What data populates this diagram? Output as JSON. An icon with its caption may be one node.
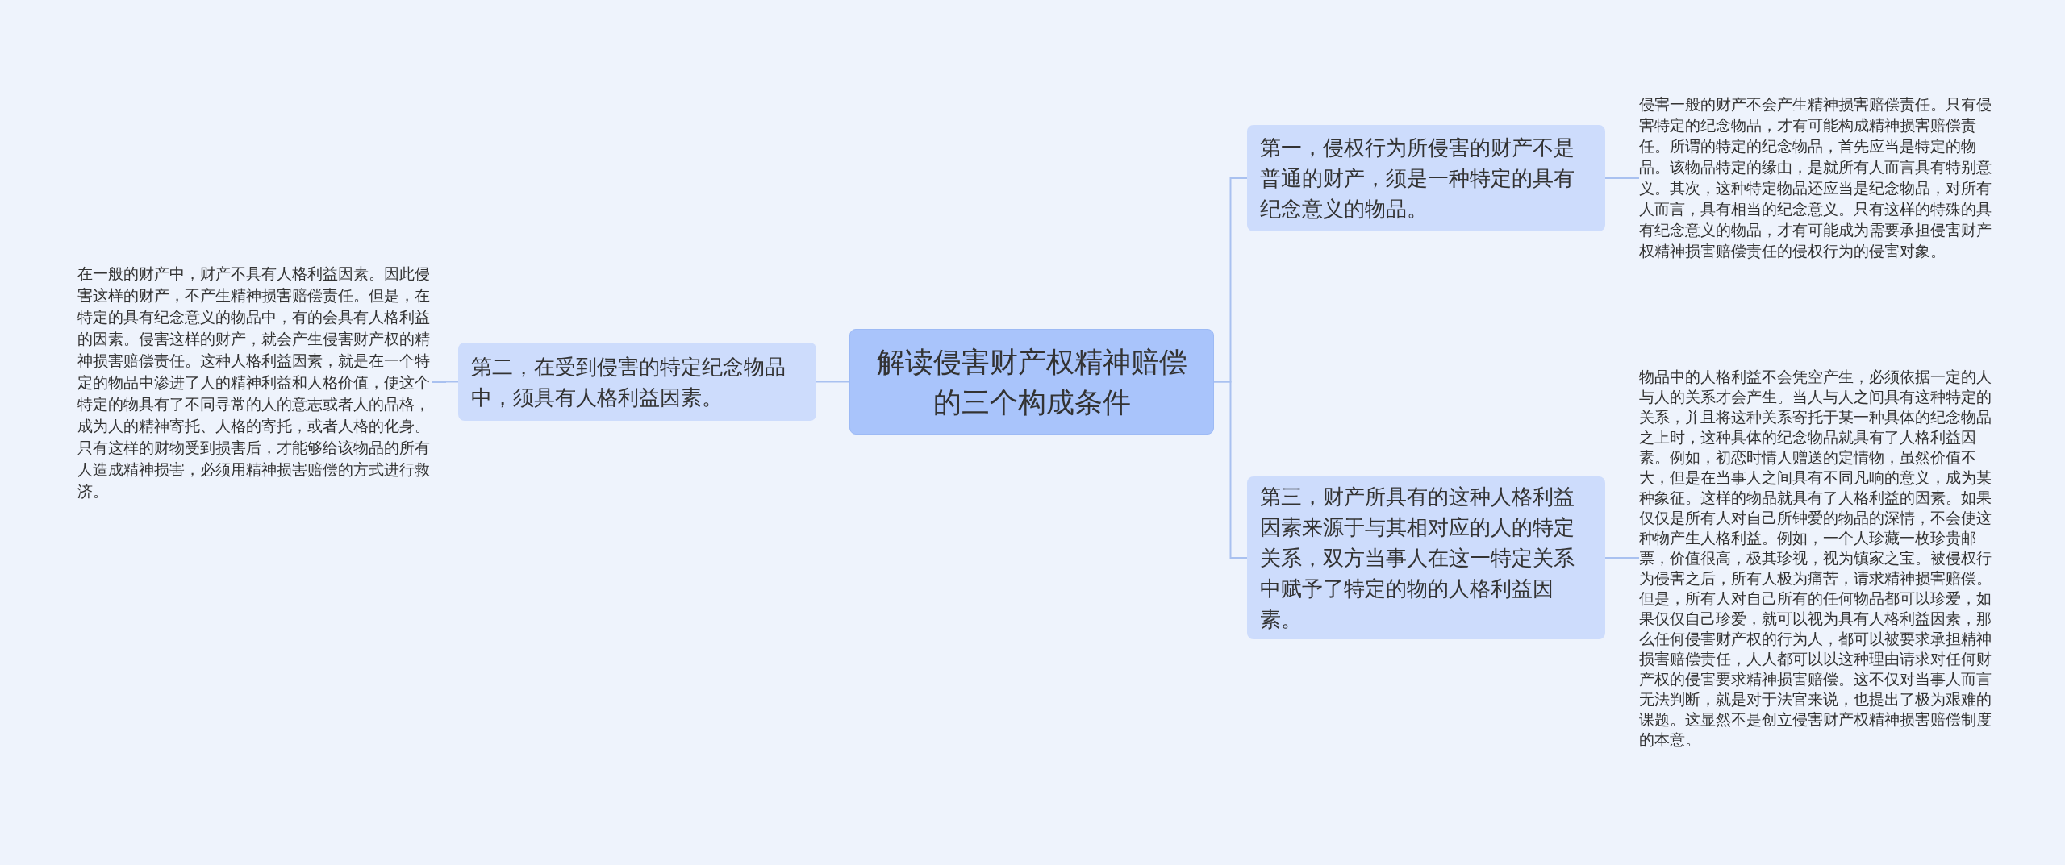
{
  "diagram": {
    "nodes": [
      {
        "text": [
          "解读侵害财产权精神赔偿的三个构成条件"
        ]
      },
      {
        "text": [
          "第一，侵权行为所侵害的财产不是普通的财产，须是一种特定的具有纪念意义的物品。"
        ]
      },
      {
        "text": [
          "侵害一般的财产不会产生精神损害赔偿责任。只有侵害特定的纪念物品，才有可能构成精神损害赔偿责任。所谓的特定的纪念物品，首先应当是特定的物品。该物品特定的缘由，是就所有人而言具有特别意义。其次，这种特定物品还应当是纪念物品，对所有人而言，具有相当的纪念意义。只有这样的特殊的具有纪念意义的物品，才有可能成为需要承担侵害财产权精神损害赔偿责任的侵权行为的侵害对象。"
        ]
      },
      {
        "text": [
          "第二，在受到侵害的特定纪念物品中，须具有人格利益因素。"
        ]
      },
      {
        "text": [
          "在一般的财产中，财产不具有人格利益因素。因此侵害这样的财产，不产生精神损害赔偿责任。但是，在特定的具有纪念意义的物品中，有的会具有人格利益的因素。侵害这样的财产，就会产生侵害财产权的精神损害赔偿责任。这种人格利益因素，就是在一个特定的物品中渗进了人的精神利益和人格价值，使这个特定的物具有了不同寻常的人的意志或者人的品格，成为人的精神寄托、人格的寄托，或者人格的化身。只有这样的财物受到损害后，才能够给该物品的所有人造成精神损害，必须用精神损害赔偿的方式进行救济。"
        ]
      },
      {
        "text": [
          "第三，财产所具有的这种人格利益因素来源于与其相对应的人的特定关系，双方当事人在这一特定关系中赋予了特定的物的人格利益因素。"
        ]
      },
      {
        "text": [
          "物品中的人格利益不会凭空产生，必须依据一定的人与人的关系才会产生。当人与人之间具有这种特定的关系，并且将这种关系寄托于某一种具体的纪念物品之上时，这种具体的纪念物品就具有了人格利益因素。例如，初恋时情人赠送的定情物，虽然价值不大，但是在当事人之间具有不同凡响的意义，成为某种象征。这样的物品就具有了人格利益的因素。如果仅仅是所有人对自己所钟爱的物品的深情，不会使这种物产生人格利益。例如，一个人珍藏一枚珍贵邮票，价值很高，极其珍视，视为镇家之宝。被侵权行为侵害之后，所有人极为痛苦，请求精神损害赔偿。但是，所有人对自己所有的任何物品都可以珍爱，如果仅仅自己珍爱，就可以视为具有人格利益因素，那么任何侵害财产权的行为人，都可以被要求承担精神损害赔偿责任，人人都可以以这种理由请求对任何财产权的侵害要求精神损害赔偿。这不仅对当事人而言无法判断，就是对于法官来说，也提出了极为艰难的课题。这显然不是创立侵害财产权精神损害赔偿制度的本意。"
        ]
      }
    ],
    "edges": [
      {
        "from": 0,
        "to": 1,
        "arrow": "none"
      },
      {
        "from": 1,
        "to": 2,
        "arrow": "none"
      },
      {
        "from": 0,
        "to": 3,
        "arrow": "none"
      },
      {
        "from": 3,
        "to": 4,
        "arrow": "none"
      },
      {
        "from": 0,
        "to": 5,
        "arrow": "none"
      },
      {
        "from": 5,
        "to": 6,
        "arrow": "none"
      }
    ]
  }
}
